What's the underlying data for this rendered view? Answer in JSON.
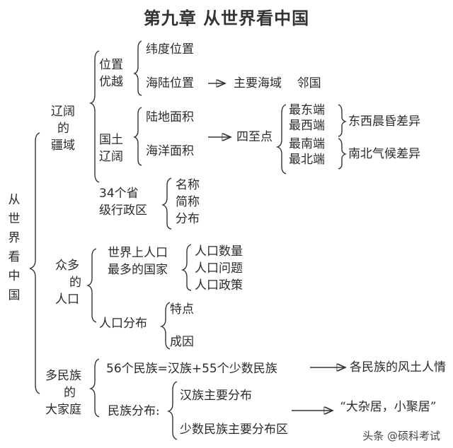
{
  "title": "第九章   从世界看中国",
  "root": "从世界看中国",
  "territory": {
    "label_l1": "辽阔",
    "label_l2": "的",
    "label_l3": "疆域",
    "location": {
      "label_l1": "位置",
      "label_l2": "优越",
      "items": [
        "纬度位置",
        "海陆位置"
      ],
      "result": "主要海域    邻国"
    },
    "land": {
      "label_l1": "国土",
      "label_l2": "辽阔",
      "items": [
        "陆地面积",
        "海洋面积"
      ],
      "result": "四至点",
      "extremes": [
        "最东端",
        "最西端",
        "最南端",
        "最北端"
      ],
      "diff_ew": "东西晨昏差异",
      "diff_ns": "南北气候差异"
    },
    "provinces": {
      "label_l1": "34个省",
      "label_l2": "级行政区",
      "items": [
        "名称",
        "简称",
        "分布"
      ]
    }
  },
  "population": {
    "label_l1": "众多",
    "label_l2": "的",
    "label_l3": "人口",
    "most": {
      "label_l1": "世界上人口",
      "label_l2": "最多的国家",
      "items": [
        "人口数量",
        "人口问题",
        "人口政策"
      ]
    },
    "distribution": {
      "label": "人口分布",
      "items": [
        "特点",
        "成因"
      ]
    }
  },
  "ethnic": {
    "label_l1": "多民族",
    "label_l2": "的",
    "label_l3": "大家庭",
    "composition": "56个民族=汉族+55个少数民族",
    "composition_result": "各民族的风土人情",
    "distribution_label": "民族分布:",
    "distribution_items": [
      "汉族主要分布",
      "少数民族主要分布区"
    ],
    "distribution_result": "“大杂居，小聚居”"
  },
  "watermark": "头条 @硕科考试"
}
